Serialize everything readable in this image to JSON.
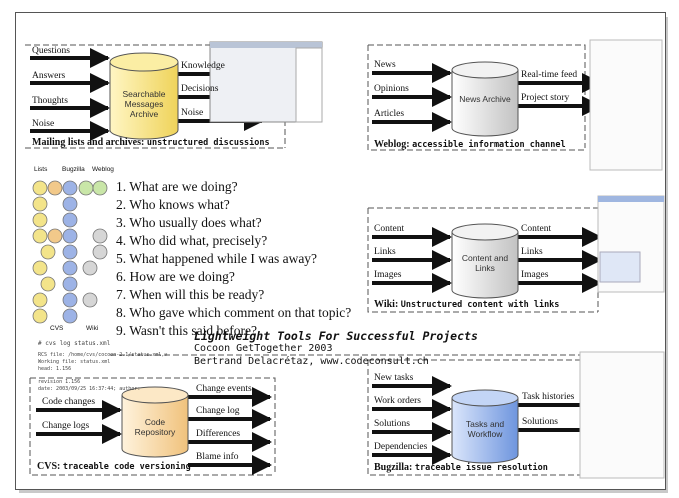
{
  "mailing": {
    "inputs": [
      "Questions",
      "Answers",
      "Thoughts",
      "Noise"
    ],
    "outputs": [
      "Knowledge",
      "Decisions",
      "Noise"
    ],
    "db": "Searchable Messages Archive",
    "caption_bold": "Mailing lists and archives:",
    "caption_sub": "unstructured discussions"
  },
  "weblog": {
    "inputs": [
      "News",
      "Opinions",
      "Articles"
    ],
    "outputs": [
      "Real-time feed",
      "Project story"
    ],
    "db": "News Archive",
    "caption_bold": "Weblog:",
    "caption_sub": "accessible information channel"
  },
  "wiki": {
    "inputs": [
      "Content",
      "Links",
      "Images"
    ],
    "outputs": [
      "Content",
      "Links",
      "Images"
    ],
    "db": "Content and Links",
    "caption_bold": "Wiki:",
    "caption_sub": "Unstructured content with links"
  },
  "cvs": {
    "inputs": [
      "Code changes",
      "Change logs"
    ],
    "outputs": [
      "Change events",
      "Change log",
      "Differences",
      "Blame info"
    ],
    "db": "Code Repository",
    "caption_bold": "CVS:",
    "caption_sub": "traceable code versioning",
    "cmd": "# cvs log status.xml",
    "rcs_lines": [
      "RCS file: /home/cvs/cocoon-2.1/status.xml,v",
      "Working file: status.xml",
      "head: 1.156"
    ],
    "rev_lines": [
      "revision 1.156",
      "date: 2003/09/25 16:37:44; author:"
    ]
  },
  "bugzilla": {
    "inputs": [
      "New tasks",
      "Work orders",
      "Solutions",
      "Dependencies"
    ],
    "outputs": [
      "Task histories",
      "Solutions"
    ],
    "db": "Tasks and Workflow",
    "caption_bold": "Bugzilla:",
    "caption_sub": "traceable issue resolution"
  },
  "tracks": {
    "headers": [
      "Lists",
      "Bugzilla",
      "Weblog"
    ],
    "footers": [
      "CVS",
      "Wiki"
    ],
    "colors": {
      "lists": "#f3e48a",
      "bugzilla": "#9db3e6",
      "weblog": "#c9e6a8",
      "wiki": "#d6d6d6"
    }
  },
  "questions": [
    "1. What are we doing?",
    "2. Who knows what?",
    "3. Who usually does what?",
    "4. Who did what, precisely?",
    "5. What happened while I was away?",
    "6. How are we doing?",
    "7. When will this be ready?",
    "8. Who gave which comment on that topic?",
    "9. Wasn't this said before?"
  ],
  "title": {
    "line1": "Lightweight Tools For Successful Projects",
    "line2": "Cocoon GetTogether 2003",
    "line3": "Bertrand Delacrétaz, www.codeconsult.ch"
  },
  "colors": {
    "db_yellow": "#f5e27a",
    "db_grey": "#d9d9d9",
    "db_peach": "#f7d9a6",
    "db_blue": "#8fb0e8",
    "arrow": "#111111"
  }
}
